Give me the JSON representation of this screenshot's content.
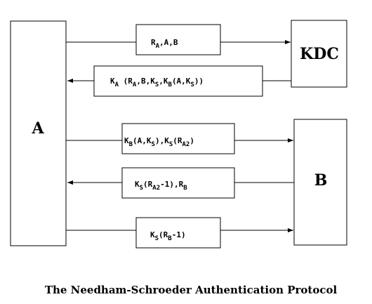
{
  "entities": {
    "a": {
      "label": "A"
    },
    "kdc": {
      "label": "KDC"
    },
    "b": {
      "label": "B"
    }
  },
  "messages": [
    {
      "id": "msg1",
      "direction": "to-right",
      "segments": [
        [
          "R",
          "A"
        ],
        [
          ",A,B",
          ""
        ]
      ]
    },
    {
      "id": "msg2",
      "direction": "to-left",
      "segments": [
        [
          "K",
          "A"
        ],
        [
          " (R",
          "A"
        ],
        [
          ",B,K",
          "S"
        ],
        [
          ",K",
          "B"
        ],
        [
          "(A,K",
          "S"
        ],
        [
          "))",
          ""
        ]
      ]
    },
    {
      "id": "msg3",
      "direction": "to-right",
      "segments": [
        [
          "K",
          "B"
        ],
        [
          "(A,K",
          "S"
        ],
        [
          "),K",
          "S"
        ],
        [
          "(R",
          "A2"
        ],
        [
          ")",
          ""
        ]
      ]
    },
    {
      "id": "msg4",
      "direction": "to-left",
      "segments": [
        [
          "K",
          "S"
        ],
        [
          "(R",
          "A2"
        ],
        [
          "-1),R",
          "B"
        ]
      ]
    },
    {
      "id": "msg5",
      "direction": "to-right",
      "segments": [
        [
          "K",
          "S"
        ],
        [
          "(R",
          "B"
        ],
        [
          "-1)",
          ""
        ]
      ]
    }
  ],
  "caption": "The Needham-Schroeder Authentication Protocol"
}
